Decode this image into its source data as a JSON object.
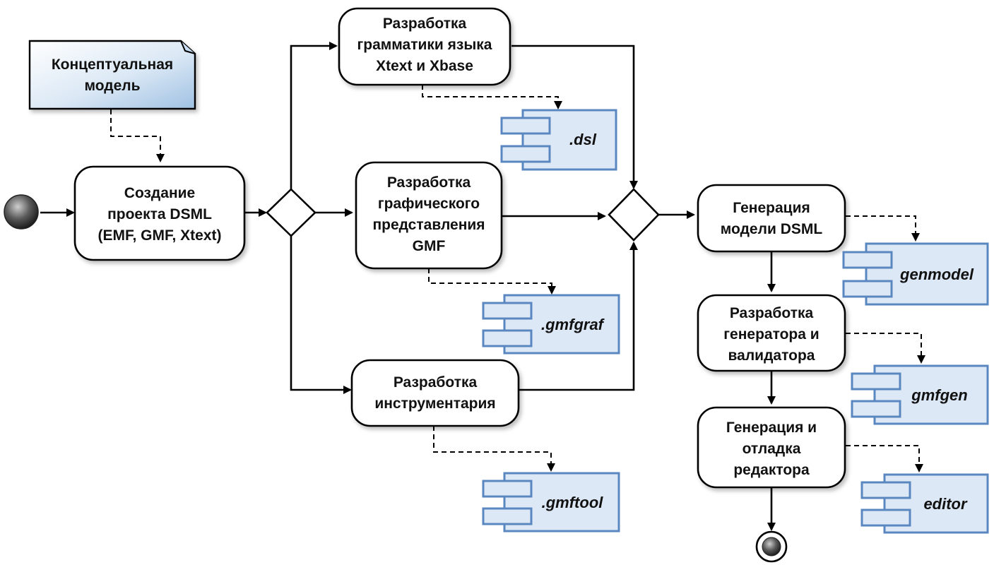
{
  "note": {
    "lines": [
      "Концептуальная",
      "модель"
    ]
  },
  "activities": {
    "create_project": {
      "lines": [
        "Создание",
        "проекта DSML",
        "(EMF, GMF, Xtext)"
      ]
    },
    "grammar": {
      "lines": [
        "Разработка",
        "грамматики языка",
        "Xtext и Xbase"
      ]
    },
    "graphic": {
      "lines": [
        "Разработка",
        "графического",
        "представления",
        "GMF"
      ]
    },
    "tooling": {
      "lines": [
        "Разработка",
        "инструментария"
      ]
    },
    "gen_model": {
      "lines": [
        "Генерация",
        "модели DSML"
      ]
    },
    "generator": {
      "lines": [
        "Разработка",
        "генератора и",
        "валидатора"
      ]
    },
    "editor_gen": {
      "lines": [
        "Генерация и",
        "отладка",
        "редактора"
      ]
    }
  },
  "artifacts": {
    "dsl": ".dsl",
    "gmfgraf": ".gmfgraf",
    "gmftool": ".gmftool",
    "genmodel": "genmodel",
    "gmfgen": "gmfgen",
    "editor": "editor"
  },
  "colors": {
    "artifact_fill": "#dde8f6",
    "artifact_stroke": "#5a87c0",
    "note_fill": "#c9def2",
    "line": "#000000"
  }
}
